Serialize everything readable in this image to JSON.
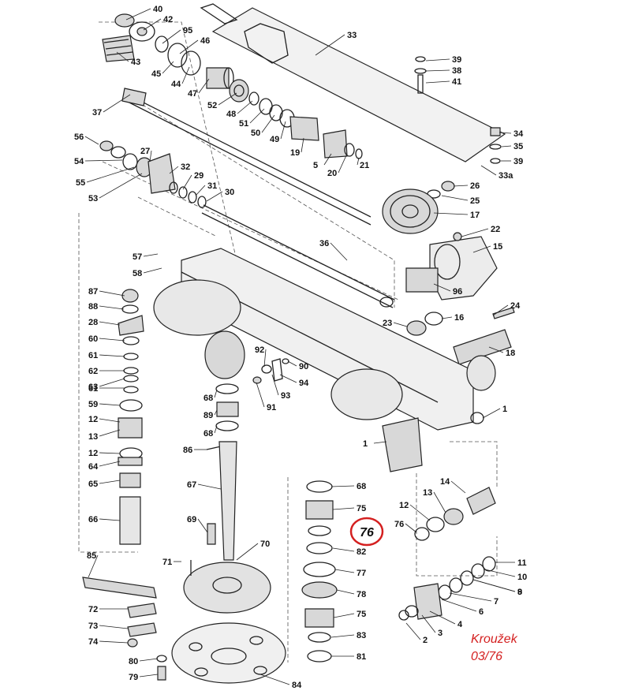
{
  "parts": [
    {
      "id": "40"
    },
    {
      "id": "42"
    },
    {
      "id": "95"
    },
    {
      "id": "46"
    },
    {
      "id": "43"
    },
    {
      "id": "45"
    },
    {
      "id": "44"
    },
    {
      "id": "47"
    },
    {
      "id": "52"
    },
    {
      "id": "48"
    },
    {
      "id": "51"
    },
    {
      "id": "50"
    },
    {
      "id": "49"
    },
    {
      "id": "37"
    },
    {
      "id": "19"
    },
    {
      "id": "5"
    },
    {
      "id": "20"
    },
    {
      "id": "21"
    },
    {
      "id": "33"
    },
    {
      "id": "39"
    },
    {
      "id": "38"
    },
    {
      "id": "41"
    },
    {
      "id": "34"
    },
    {
      "id": "35"
    },
    {
      "id": "39"
    },
    {
      "id": "33a"
    },
    {
      "id": "56"
    },
    {
      "id": "27"
    },
    {
      "id": "54"
    },
    {
      "id": "32"
    },
    {
      "id": "29"
    },
    {
      "id": "55"
    },
    {
      "id": "31"
    },
    {
      "id": "30"
    },
    {
      "id": "53"
    },
    {
      "id": "26"
    },
    {
      "id": "25"
    },
    {
      "id": "17"
    },
    {
      "id": "22"
    },
    {
      "id": "15"
    },
    {
      "id": "36"
    },
    {
      "id": "57"
    },
    {
      "id": "58"
    },
    {
      "id": "96"
    },
    {
      "id": "87"
    },
    {
      "id": "88"
    },
    {
      "id": "28"
    },
    {
      "id": "24"
    },
    {
      "id": "23"
    },
    {
      "id": "16"
    },
    {
      "id": "60"
    },
    {
      "id": "18"
    },
    {
      "id": "61"
    },
    {
      "id": "92"
    },
    {
      "id": "62"
    },
    {
      "id": "90"
    },
    {
      "id": "63"
    },
    {
      "id": "94"
    },
    {
      "id": "61"
    },
    {
      "id": "93"
    },
    {
      "id": "59"
    },
    {
      "id": "68"
    },
    {
      "id": "91"
    },
    {
      "id": "12"
    },
    {
      "id": "89"
    },
    {
      "id": "1"
    },
    {
      "id": "13"
    },
    {
      "id": "68"
    },
    {
      "id": "12"
    },
    {
      "id": "86"
    },
    {
      "id": "1"
    },
    {
      "id": "64"
    },
    {
      "id": "65"
    },
    {
      "id": "67"
    },
    {
      "id": "14"
    },
    {
      "id": "68"
    },
    {
      "id": "13"
    },
    {
      "id": "75"
    },
    {
      "id": "12"
    },
    {
      "id": "66"
    },
    {
      "id": "69"
    },
    {
      "id": "76"
    },
    {
      "id": "11"
    },
    {
      "id": "70"
    },
    {
      "id": "82"
    },
    {
      "id": "85"
    },
    {
      "id": "71"
    },
    {
      "id": "77"
    },
    {
      "id": "10"
    },
    {
      "id": "9"
    },
    {
      "id": "78"
    },
    {
      "id": "8"
    },
    {
      "id": "72"
    },
    {
      "id": "7"
    },
    {
      "id": "6"
    },
    {
      "id": "73"
    },
    {
      "id": "75"
    },
    {
      "id": "4"
    },
    {
      "id": "74"
    },
    {
      "id": "83"
    },
    {
      "id": "3"
    },
    {
      "id": "2"
    },
    {
      "id": "80"
    },
    {
      "id": "81"
    },
    {
      "id": "79"
    },
    {
      "id": "84"
    }
  ],
  "highlight": {
    "id": "76",
    "color": "#d42020"
  },
  "caption": {
    "line1": "Kroužek",
    "line2": "03/76",
    "color": "#d42020"
  }
}
